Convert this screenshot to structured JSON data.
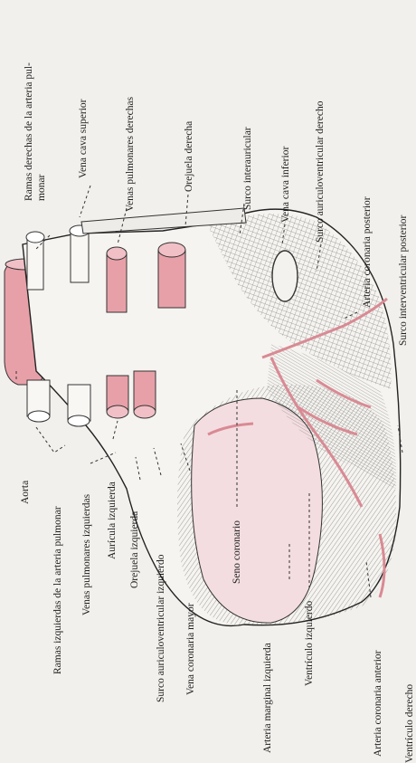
{
  "labels": {
    "aorta": "Aorta",
    "ramas_izq": "Ramas izquierdas de la arteria pulmonar",
    "venas_pulm_izq": "Venas pulmonares izquierdas",
    "auricula_izq": "Aurícula izquierda",
    "orejuela_izq": "Orejuela izquierda",
    "surco_av_izq": "Surco auriculoventricular izquierdo",
    "vena_coronaria_mayor": "Vena coronaria mayor",
    "seno_coronario": "Seno coronario",
    "arteria_marginal_izq": "Arteria marginal izquierda",
    "ventriculo_izq": "Ventrículo izquierdo",
    "arteria_coronaria_anterior": "Arteria coronaria anterior",
    "ventriculo_derecho": "Ventrículo derecho",
    "ramas_der_1": "Ramas derechas de la arteria pul-",
    "ramas_der_2": "monar",
    "vena_cava_superior": "Vena cava superior",
    "venas_pulm_der": "Venas pulmonares derechas",
    "orejuela_der": "Orejuela derecha",
    "surco_interauricular": "Surco interauricular",
    "vena_cava_inferior": "Vena cava inferior",
    "surco_av_der": "Surco auriculoventricular derecho",
    "arteria_coronaria_posterior": "Arteria coronaria posterior",
    "surco_interventricular_posterior": "Surco interventricular posterior"
  },
  "colors": {
    "vessel_pink": "#e8a0a8",
    "line": "#2a2a2a",
    "tissue": "#f4f2ee"
  }
}
